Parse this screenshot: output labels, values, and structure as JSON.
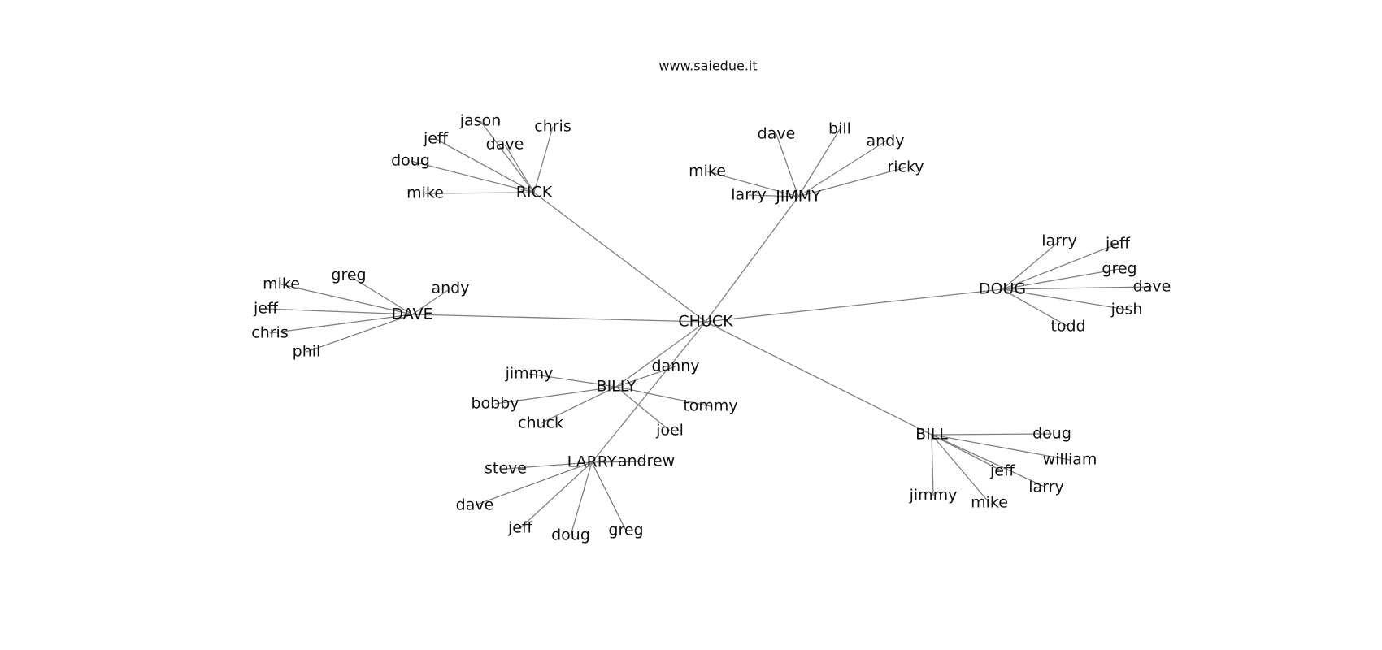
{
  "title": "www.saiedue.it",
  "graph": {
    "center": "CHUCK",
    "hubs": [
      {
        "name": "RICK",
        "children": [
          "jason",
          "chris",
          "jeff",
          "dave",
          "doug",
          "mike"
        ]
      },
      {
        "name": "JIMMY",
        "children": [
          "dave",
          "bill",
          "andy",
          "ricky",
          "mike",
          "larry"
        ]
      },
      {
        "name": "DOUG",
        "children": [
          "larry",
          "jeff",
          "greg",
          "dave",
          "josh",
          "todd"
        ]
      },
      {
        "name": "DAVE",
        "children": [
          "greg",
          "mike",
          "andy",
          "jeff",
          "chris",
          "phil"
        ]
      },
      {
        "name": "BILLY",
        "children": [
          "jimmy",
          "danny",
          "bobby",
          "tommy",
          "chuck",
          "joel"
        ]
      },
      {
        "name": "LARRY",
        "children": [
          "andrew",
          "steve",
          "dave",
          "jeff",
          "doug",
          "greg"
        ]
      },
      {
        "name": "BILL",
        "children": [
          "doug",
          "william",
          "jeff",
          "larry",
          "jimmy",
          "mike"
        ]
      }
    ]
  }
}
